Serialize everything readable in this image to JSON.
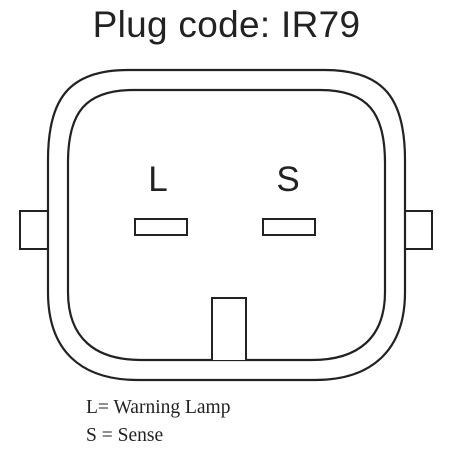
{
  "title": "Plug code: IR79",
  "pins": [
    {
      "letter": "L"
    },
    {
      "letter": "S"
    }
  ],
  "legend": [
    {
      "key": "L",
      "sep": "=",
      "meaning": "Warning Lamp"
    },
    {
      "key": "S",
      "sep": "=",
      "meaning": "Sense"
    }
  ],
  "colors": {
    "stroke": "#222222",
    "background": "#ffffff"
  }
}
